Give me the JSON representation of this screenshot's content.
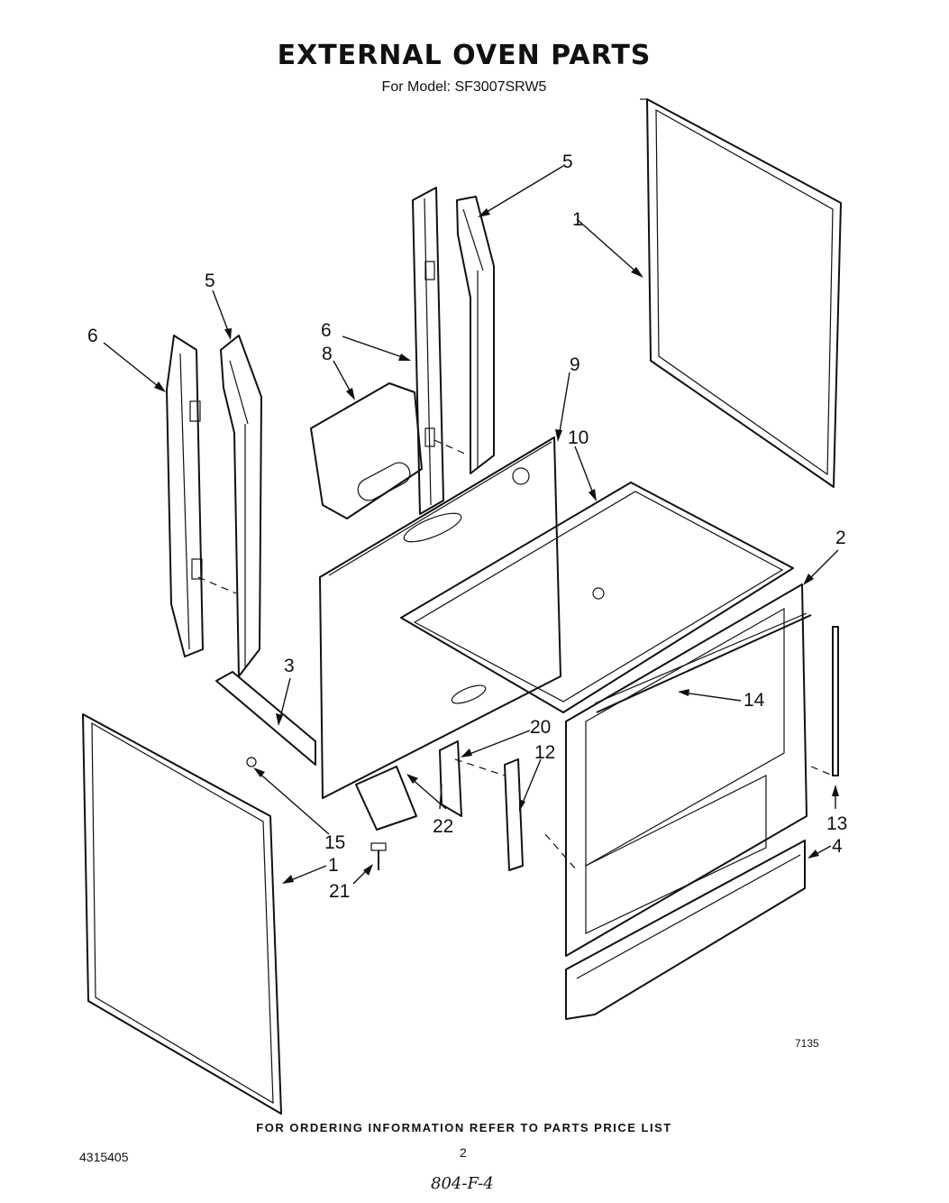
{
  "header": {
    "title": "EXTERNAL OVEN PARTS",
    "model_line": "For Model: SF3007SRW5"
  },
  "callouts": {
    "c1_right": "1",
    "c5_right": "5",
    "c5_left": "5",
    "c6_left": "6",
    "c6_mid": "6",
    "c8": "8",
    "c9": "9",
    "c10": "10",
    "c2": "2",
    "c3": "3",
    "c14": "14",
    "c20": "20",
    "c12": "12",
    "c15": "15",
    "c22": "22",
    "c13": "13",
    "c4": "4",
    "c1_left": "1",
    "c21": "21"
  },
  "figure_code": "7135",
  "footer": {
    "ordering_note": "FOR ORDERING INFORMATION REFER TO PARTS PRICE LIST",
    "doc_number": "4315405",
    "page_number": "2",
    "handwritten_note": "804-F-4"
  }
}
